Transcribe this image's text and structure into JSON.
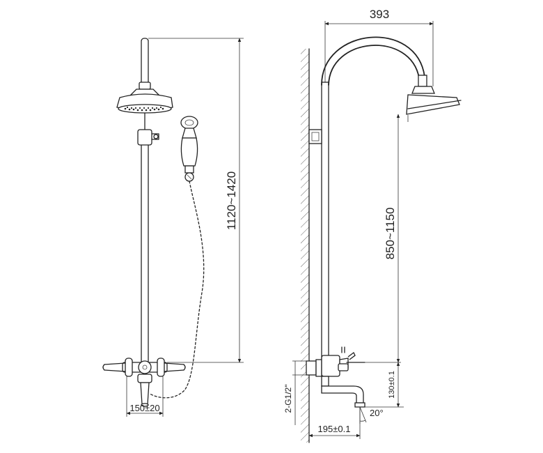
{
  "diagram": {
    "dimensions": {
      "width_head_offset": "393",
      "front_height_range": "1120~1420",
      "side_height_range": "850~1150",
      "mixer_spacing": "150±20",
      "spout_depth": "195±0.1",
      "spout_height": "130±0.1",
      "spout_angle": "20°",
      "inlet_thread": "2-G1/2\""
    }
  }
}
